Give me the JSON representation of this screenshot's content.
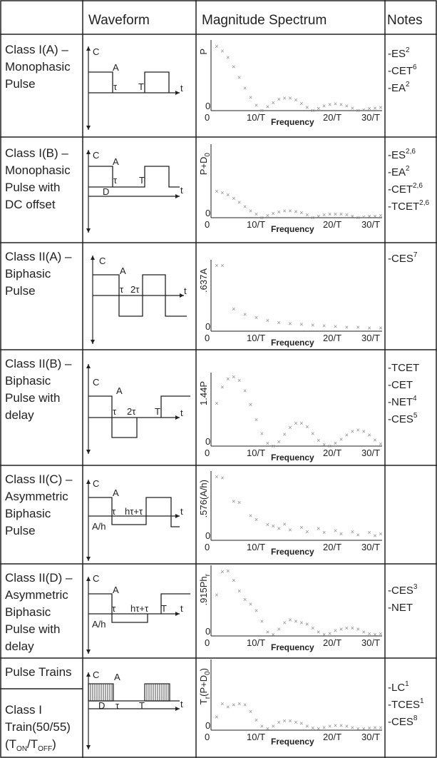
{
  "header": {
    "col_class": "",
    "col_waveform": "Waveform",
    "col_spectrum": "Magnitude Spectrum",
    "col_notes": "Notes"
  },
  "spectrum_axis": {
    "tick_0": "0",
    "tick_10": "10/T",
    "tick_20": "20/T",
    "tick_30": "30/T",
    "xlabel": "Frequency"
  },
  "rows": [
    {
      "class_lines": [
        "Class I(A) –",
        "Monophasic",
        "Pulse"
      ],
      "waveform_labels": {
        "c": "C",
        "a": "A",
        "tau": "τ",
        "t_period": "T",
        "t_axis": "t"
      },
      "ylabel": "P",
      "notes": [
        {
          "text": "-ES",
          "sup": "2"
        },
        {
          "text": "-CET",
          "sup": "6"
        },
        {
          "text": "-EA",
          "sup": "2"
        }
      ]
    },
    {
      "class_lines": [
        "Class I(B) –",
        "Monophasic",
        "Pulse with",
        "DC offset"
      ],
      "waveform_labels": {
        "c": "C",
        "a": "A",
        "tau": "τ",
        "t_period": "T",
        "d": "D",
        "t_axis": "t"
      },
      "ylabel": "P+D",
      "ylabel_sub": "0",
      "notes": [
        {
          "text": "-ES",
          "sup": "2,6"
        },
        {
          "text": "-EA",
          "sup": "2"
        },
        {
          "text": "-CET",
          "sup": "2,6"
        },
        {
          "text": "-TCET",
          "sup": "2,6"
        }
      ]
    },
    {
      "class_lines": [
        "Class II(A) –",
        "Biphasic",
        "Pulse"
      ],
      "waveform_labels": {
        "c": "C",
        "a": "A",
        "tau": "τ",
        "two_tau": "2τ",
        "t_axis": "t"
      },
      "ylabel": ".637A",
      "notes": [
        {
          "text": "-CES",
          "sup": "7"
        }
      ]
    },
    {
      "class_lines": [
        "Class II(B) –",
        "Biphasic",
        "Pulse with",
        "delay"
      ],
      "waveform_labels": {
        "c": "C",
        "a": "A",
        "tau": "τ",
        "two_tau": "2τ",
        "t_period": "T",
        "t_axis": "t"
      },
      "ylabel": "1.44P",
      "notes": [
        {
          "text": "-TCET",
          "sup": ""
        },
        {
          "text": "-CET",
          "sup": ""
        },
        {
          "text": "-NET",
          "sup": "4"
        },
        {
          "text": "-CES",
          "sup": "5"
        }
      ]
    },
    {
      "class_lines": [
        "Class II(C) –",
        "Asymmetric",
        "Biphasic",
        "Pulse"
      ],
      "waveform_labels": {
        "c": "C",
        "a": "A",
        "tau": "τ",
        "h_tau": "hτ+τ",
        "a_h": "A/h",
        "t_axis": "t"
      },
      "ylabel": ".576(A/h)",
      "notes": []
    },
    {
      "class_lines": [
        "Class II(D) –",
        "Asymmetric",
        "Biphasic",
        "Pulse with",
        "delay"
      ],
      "waveform_labels": {
        "c": "C",
        "a": "A",
        "tau": "τ",
        "h_tau": "hτ+τ",
        "a_h": "A/h",
        "t_period": "T",
        "t_axis": "t"
      },
      "ylabel": ".915Ph",
      "ylabel_sub": "r",
      "notes": [
        {
          "text": "-CES",
          "sup": "3"
        },
        {
          "text": "-NET",
          "sup": ""
        }
      ]
    },
    {
      "class_lines": [
        "Pulse Trains"
      ],
      "class_lines_2": [
        "Class I",
        "Train(50/55)",
        "(T",
        "ON",
        "/T",
        "OFF",
        ")"
      ],
      "waveform_labels": {
        "c": "C",
        "a": "A",
        "tau": "τ",
        "t_period": "T",
        "d": "D",
        "t_axis": "t"
      },
      "ylabel": "T",
      "ylabel_sub": "r",
      "ylabel_rest": "(P+D",
      "ylabel_sub2": "0",
      "ylabel_end": ")",
      "notes": [
        {
          "text": "-LC",
          "sup": "1"
        },
        {
          "text": "-TCES",
          "sup": "1"
        },
        {
          "text": "-CES",
          "sup": "8"
        }
      ]
    }
  ],
  "chart_data": [
    {
      "type": "scatter",
      "title": "",
      "ylabel": "P",
      "xlabel": "Frequency",
      "x_ticks": [
        "0",
        "10/T",
        "20/T",
        "30/T"
      ],
      "x": [
        1,
        2,
        3,
        4,
        5,
        6,
        7,
        8,
        9,
        10,
        11,
        12,
        13,
        14,
        15,
        16,
        17,
        18,
        19,
        20,
        21,
        22,
        23,
        24,
        25,
        26,
        27,
        28,
        29,
        30
      ],
      "y": [
        0.97,
        0.9,
        0.8,
        0.66,
        0.5,
        0.34,
        0.2,
        0.08,
        0.0,
        0.06,
        0.12,
        0.17,
        0.19,
        0.19,
        0.16,
        0.11,
        0.05,
        0.0,
        0.03,
        0.07,
        0.09,
        0.1,
        0.09,
        0.07,
        0.04,
        0.0,
        0.01,
        0.03,
        0.04,
        0.05
      ]
    },
    {
      "type": "scatter",
      "title": "",
      "ylabel": "P+D0",
      "xlabel": "Frequency",
      "x_ticks": [
        "0",
        "10/T",
        "20/T",
        "30/T"
      ],
      "x": [
        1,
        2,
        3,
        4,
        5,
        6,
        7,
        8,
        9,
        10,
        11,
        12,
        13,
        14,
        15,
        16,
        17,
        18,
        19,
        20,
        21,
        22,
        23,
        24,
        25,
        26,
        27,
        28,
        29,
        30
      ],
      "y": [
        0.38,
        0.36,
        0.33,
        0.28,
        0.22,
        0.16,
        0.1,
        0.05,
        0.0,
        0.03,
        0.06,
        0.08,
        0.1,
        0.1,
        0.09,
        0.07,
        0.04,
        0.0,
        0.02,
        0.04,
        0.05,
        0.05,
        0.05,
        0.04,
        0.02,
        0.0,
        0.01,
        0.02,
        0.02,
        0.03
      ]
    },
    {
      "type": "scatter",
      "title": "",
      "ylabel": ".637A",
      "xlabel": "Frequency",
      "x_ticks": [
        "0",
        "10/T",
        "20/T",
        "30/T"
      ],
      "x": [
        1,
        2,
        4,
        6,
        8,
        10,
        12,
        14,
        16,
        18,
        20,
        22,
        24,
        26,
        28,
        30
      ],
      "y": [
        0.98,
        0.98,
        0.33,
        0.25,
        0.2,
        0.16,
        0.13,
        0.11,
        0.1,
        0.09,
        0.08,
        0.07,
        0.06,
        0.06,
        0.05,
        0.05
      ]
    },
    {
      "type": "scatter",
      "title": "",
      "ylabel": "1.44P",
      "xlabel": "Frequency",
      "x_ticks": [
        "0",
        "10/T",
        "20/T",
        "30/T"
      ],
      "x": [
        1,
        2,
        3,
        4,
        5,
        6,
        7,
        8,
        9,
        10,
        11,
        12,
        13,
        14,
        15,
        16,
        17,
        18,
        19,
        20,
        21,
        22,
        23,
        24,
        25,
        26,
        27,
        28,
        29,
        30
      ],
      "y": [
        0.62,
        0.85,
        0.97,
        1.0,
        0.95,
        0.8,
        0.6,
        0.38,
        0.18,
        0.04,
        0.0,
        0.06,
        0.17,
        0.27,
        0.33,
        0.33,
        0.28,
        0.18,
        0.08,
        0.02,
        0.0,
        0.04,
        0.1,
        0.16,
        0.21,
        0.23,
        0.21,
        0.16,
        0.09,
        0.03
      ]
    },
    {
      "type": "scatter",
      "title": "",
      "ylabel": ".576(A/h)",
      "xlabel": "Frequency",
      "x_ticks": [
        "0",
        "10/T",
        "20/T",
        "30/T"
      ],
      "x": [
        1,
        2,
        4,
        5,
        7,
        8,
        10,
        11,
        12,
        13,
        14,
        16,
        17,
        19,
        20,
        22,
        23,
        25,
        26,
        28,
        29,
        30
      ],
      "y": [
        0.98,
        0.96,
        0.6,
        0.58,
        0.38,
        0.32,
        0.24,
        0.22,
        0.18,
        0.25,
        0.16,
        0.2,
        0.13,
        0.18,
        0.12,
        0.15,
        0.1,
        0.13,
        0.08,
        0.12,
        0.07,
        0.1
      ]
    },
    {
      "type": "scatter",
      "title": "",
      "ylabel": ".915Phr",
      "xlabel": "Frequency",
      "x_ticks": [
        "0",
        "10/T",
        "20/T",
        "30/T"
      ],
      "x": [
        1,
        2,
        3,
        4,
        5,
        6,
        7,
        8,
        9,
        10,
        11,
        12,
        13,
        14,
        15,
        16,
        17,
        18,
        19,
        20,
        21,
        22,
        23,
        24,
        25,
        26,
        27,
        28,
        29,
        30
      ],
      "y": [
        0.62,
        0.97,
        0.98,
        0.84,
        0.68,
        0.55,
        0.48,
        0.38,
        0.22,
        0.06,
        0.02,
        0.1,
        0.2,
        0.24,
        0.22,
        0.2,
        0.18,
        0.12,
        0.06,
        0.02,
        0.04,
        0.08,
        0.1,
        0.12,
        0.12,
        0.1,
        0.06,
        0.03,
        0.02,
        0.03
      ]
    },
    {
      "type": "scatter",
      "title": "",
      "ylabel": "Tr(P+D0)",
      "xlabel": "Frequency",
      "x_ticks": [
        "0",
        "10/T",
        "20/T",
        "30/T"
      ],
      "x": [
        1,
        2,
        3,
        4,
        5,
        6,
        7,
        8,
        9,
        10,
        11,
        12,
        13,
        14,
        15,
        16,
        17,
        18,
        19,
        20,
        21,
        22,
        23,
        24,
        25,
        26,
        27,
        28,
        29,
        30
      ],
      "y": [
        0.2,
        0.4,
        0.35,
        0.38,
        0.4,
        0.38,
        0.28,
        0.15,
        0.06,
        0.02,
        0.06,
        0.12,
        0.14,
        0.14,
        0.12,
        0.1,
        0.06,
        0.03,
        0.02,
        0.04,
        0.06,
        0.07,
        0.07,
        0.06,
        0.04,
        0.02,
        0.02,
        0.03,
        0.04,
        0.04
      ]
    }
  ]
}
